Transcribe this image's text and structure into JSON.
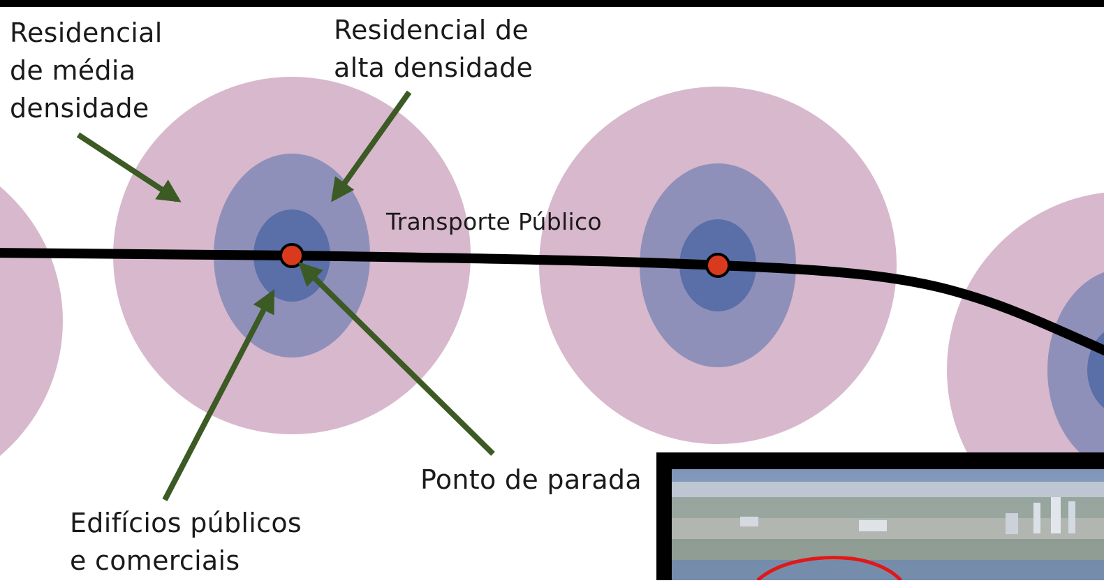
{
  "labels": {
    "medium_density": [
      "Residencial",
      "de média",
      "densidade"
    ],
    "high_density": [
      "Residencial de",
      "alta densidade"
    ],
    "transport": "Transporte Público",
    "stop": "Ponto de parada",
    "public_buildings": [
      "Edifícios públicos",
      "e comerciais"
    ]
  },
  "colors": {
    "outer_ring": "#d8b8cc",
    "middle_ring": "#8f90b9",
    "core": "#5a6ea8",
    "stop_fill": "#d93a1e",
    "line": "#000000",
    "arrow": "#3b5a24",
    "top_bar": "#000000",
    "photo_frame": "#000000",
    "highlight_circle": "#e01818"
  },
  "photo": {
    "description_icon": "aerial-city-photo"
  }
}
